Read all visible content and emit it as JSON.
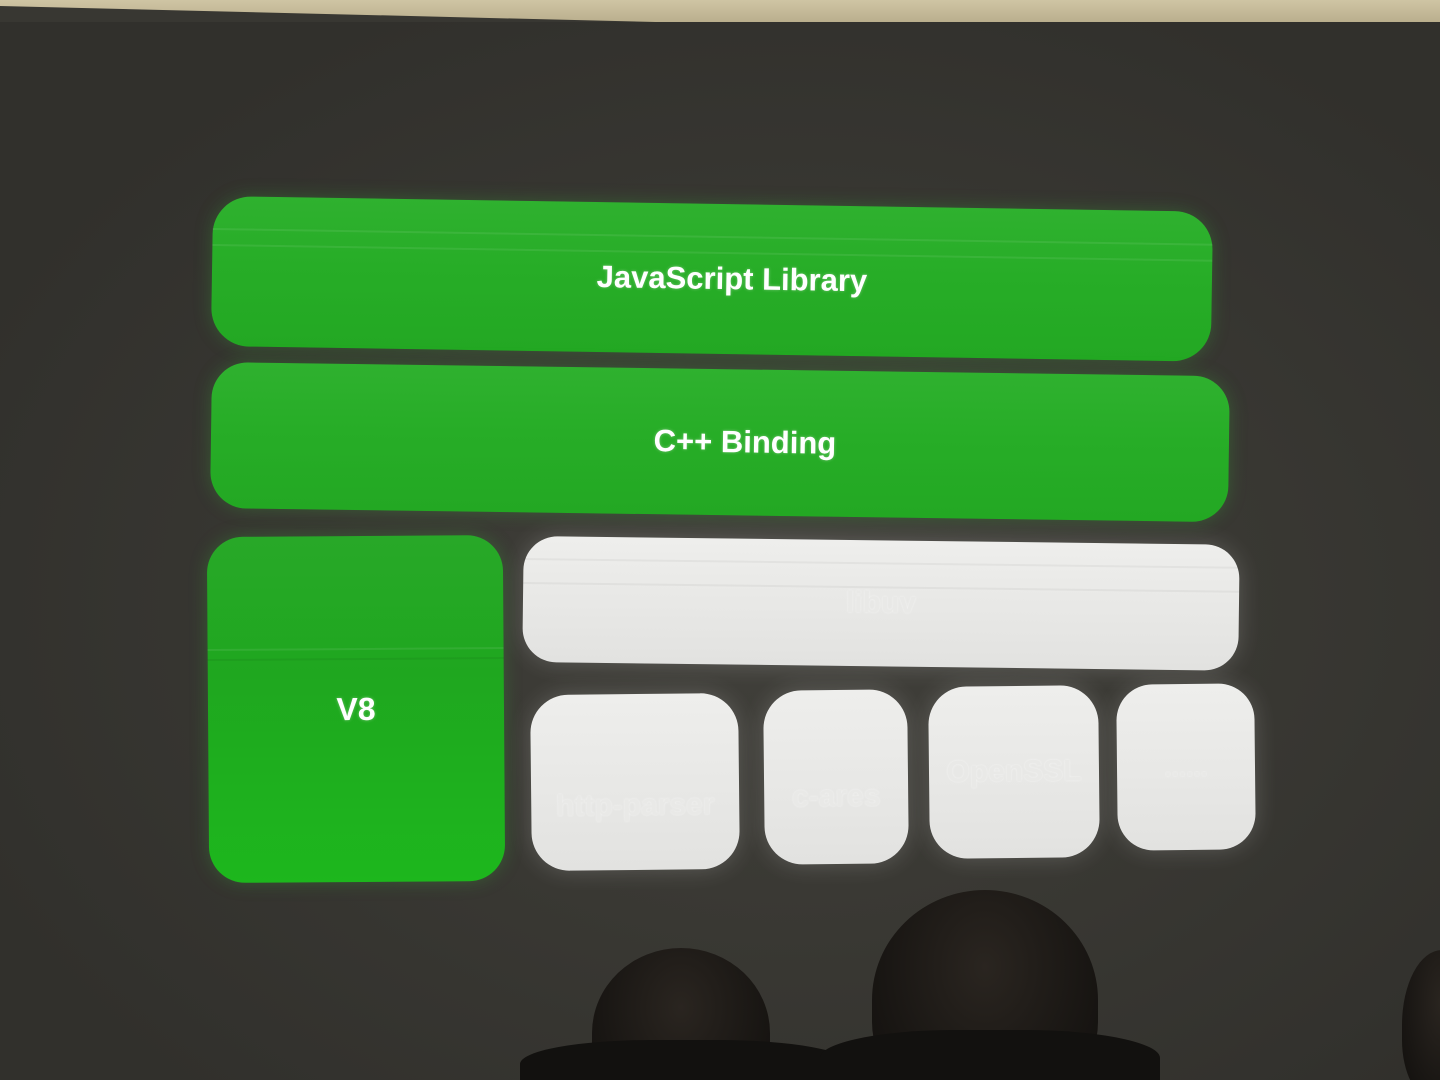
{
  "slide": {
    "blocks": {
      "javascript_library": "JavaScript Library",
      "cpp_binding": "C++ Binding",
      "v8": "V8",
      "libuv": "libuv",
      "http_parser": "http-parser",
      "c_ares": "c-ares",
      "openssl": "OpenSSL",
      "more": "......"
    }
  },
  "colors": {
    "green_block": "#27ad27",
    "white_block": "#e7e7e5",
    "background": "#34332e"
  }
}
